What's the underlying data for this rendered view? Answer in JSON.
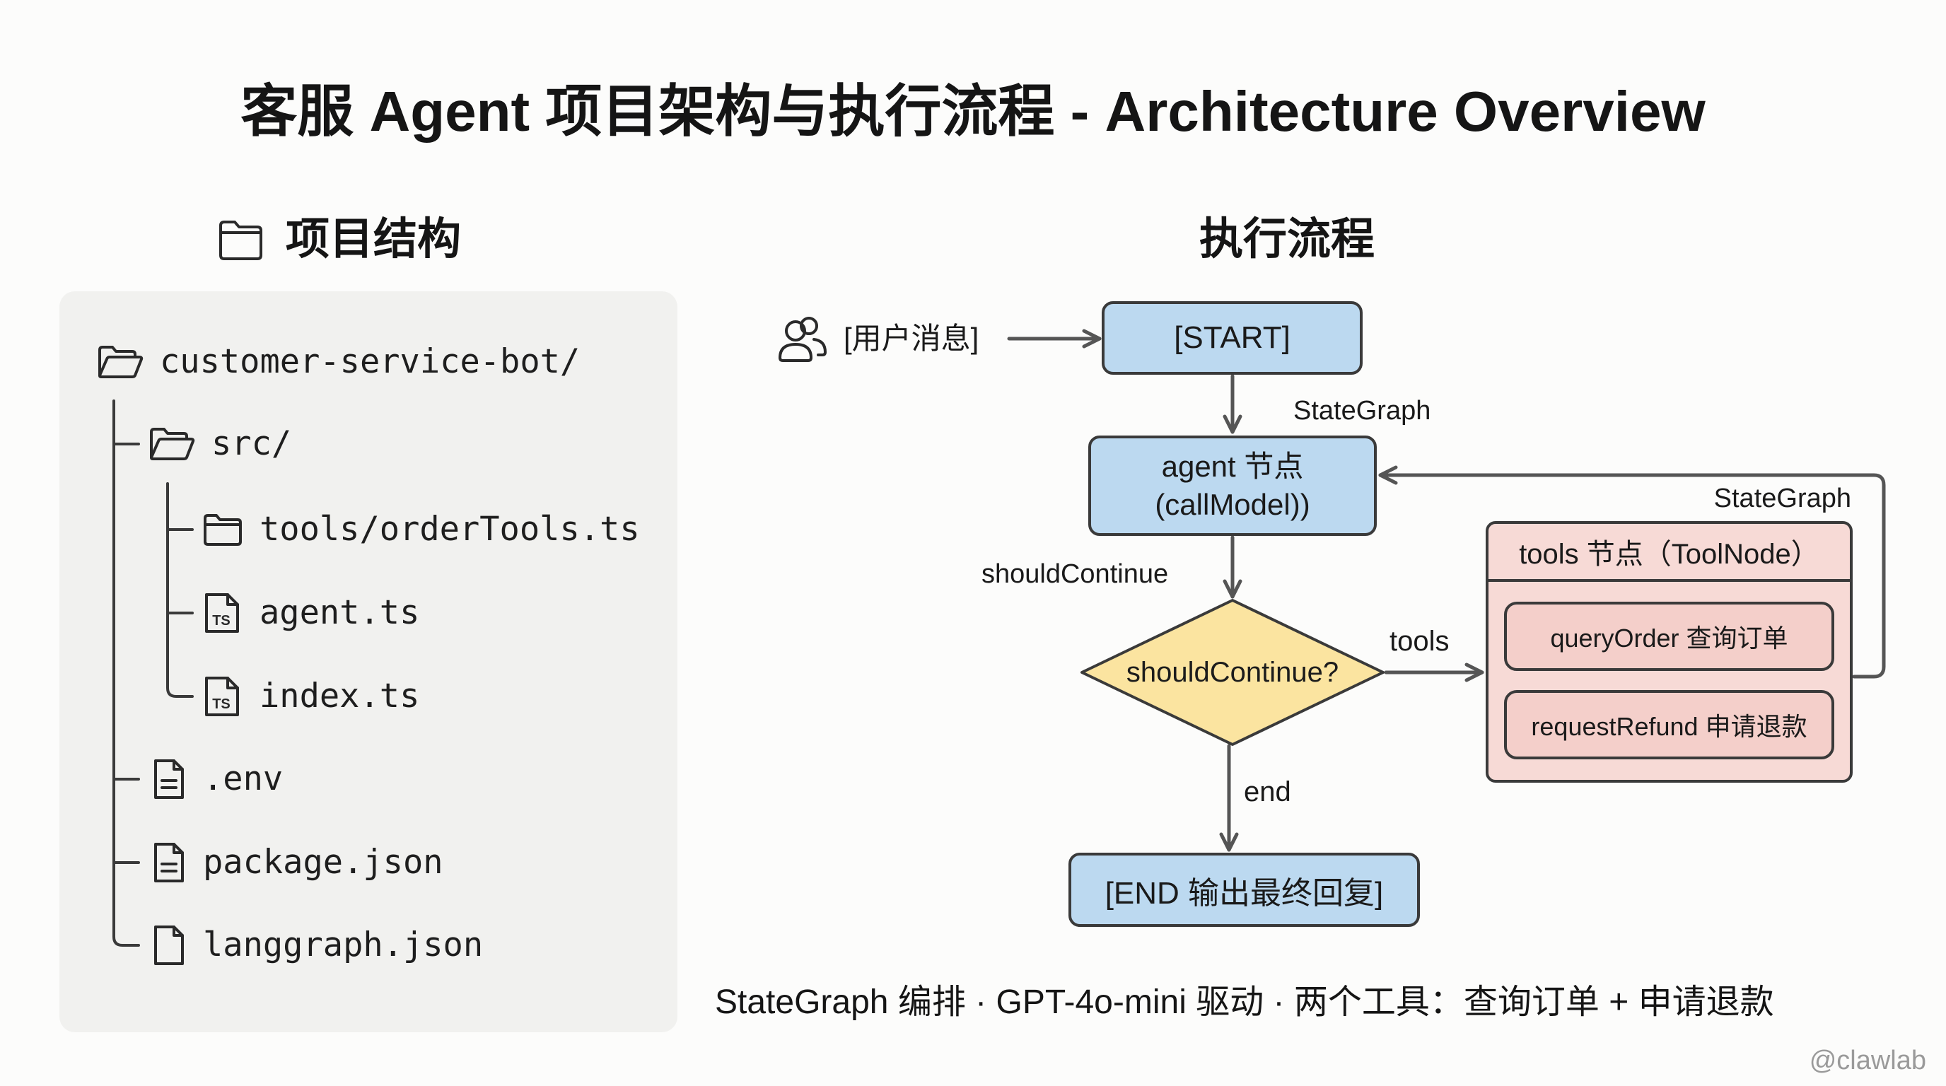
{
  "title": "客服 Agent 项目架构与执行流程 - Architecture Overview",
  "structure": {
    "heading": "项目结构",
    "heading_icon": "folder-icon",
    "ts_badge": "TS",
    "tree": {
      "label": "customer-service-bot/",
      "icon": "folder-open-icon",
      "children": [
        {
          "label": "src/",
          "icon": "folder-open-icon",
          "children": [
            {
              "label": "tools/orderTools.ts",
              "icon": "folder-icon"
            },
            {
              "label": "agent.ts",
              "icon": "ts-file-icon"
            },
            {
              "label": "index.ts",
              "icon": "ts-file-icon"
            }
          ]
        },
        {
          "label": ".env",
          "icon": "file-text-icon"
        },
        {
          "label": "package.json",
          "icon": "file-text-icon"
        },
        {
          "label": "langgraph.json",
          "icon": "file-icon"
        }
      ]
    }
  },
  "flow": {
    "heading": "执行流程",
    "user_input": {
      "label": "[用户消息]",
      "icon": "users-icon"
    },
    "start": "[START]",
    "edge_start_agent": "StateGraph",
    "agent": {
      "line1": "agent 节点",
      "line2": "(callModel))"
    },
    "edge_agent_decision": "shouldContinue",
    "decision": "shouldContinue?",
    "edge_tools": "tools",
    "edge_end": "end",
    "tools_node": {
      "group_label": "StateGraph",
      "title": "tools 节点（ToolNode）",
      "tools": [
        "queryOrder 查询订单",
        "requestRefund 申请退款"
      ]
    },
    "end": "[END 输出最终回复]"
  },
  "caption": "StateGraph 编排 · GPT-4o-mini 驱动 · 两个工具：查询订单 + 申请退款",
  "watermark": "@clawlab",
  "colors": {
    "background": "#fcfcfb",
    "panel_bg": "#f1f1ef",
    "stroke": "#3a3a3a",
    "arrow": "#555555",
    "start_end_fill": "#bcd9f0",
    "decision_fill": "#fbe4a0",
    "tools_fill": "#f7dad6",
    "tool_item_fill": "#f4cfca",
    "watermark": "#9a9a9a"
  }
}
